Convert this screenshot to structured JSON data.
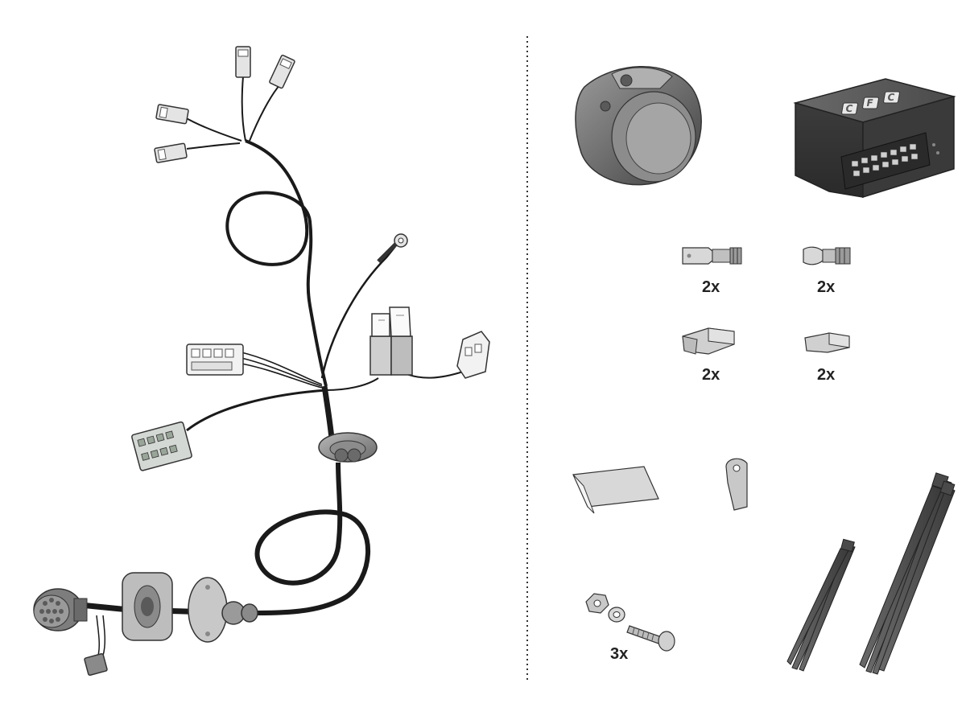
{
  "quantities": {
    "flat_terminal_female": "2x",
    "flat_terminal_bullet": "2x",
    "connector_housing_large": "2x",
    "connector_housing_small": "2x",
    "screw_set": "3x"
  },
  "module": {
    "logo_letters": [
      "C",
      "F",
      "C"
    ]
  },
  "colors": {
    "cable": "#1a1a1a",
    "part_grey": "#8a8a8a",
    "part_dark": "#4a4a4a",
    "part_light": "#d9d9d9",
    "divider": "#333333"
  }
}
